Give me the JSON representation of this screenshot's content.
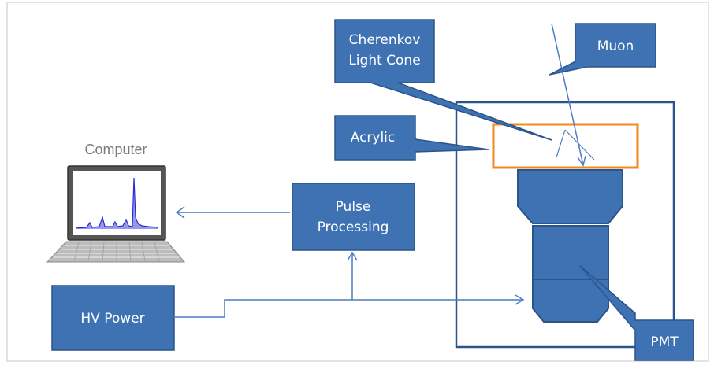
{
  "labels": {
    "cherenkov_line1": "Cherenkov",
    "cherenkov_line2": "Light Cone",
    "muon": "Muon",
    "acrylic": "Acrylic",
    "pulse_line1": "Pulse",
    "pulse_line2": "Processing",
    "computer": "Computer",
    "hv_power": "HV Power",
    "pmt": "PMT"
  },
  "colors": {
    "box_fill": "#3f72b3",
    "box_stroke": "#2b5489",
    "wire": "#4a7cc4",
    "acrylic_border": "#f28a1f",
    "label_text": "#ffffff",
    "computer_caption": "#7a7a7a",
    "spectrum": "#2222cc"
  },
  "icons": {
    "computer": "laptop-icon"
  }
}
